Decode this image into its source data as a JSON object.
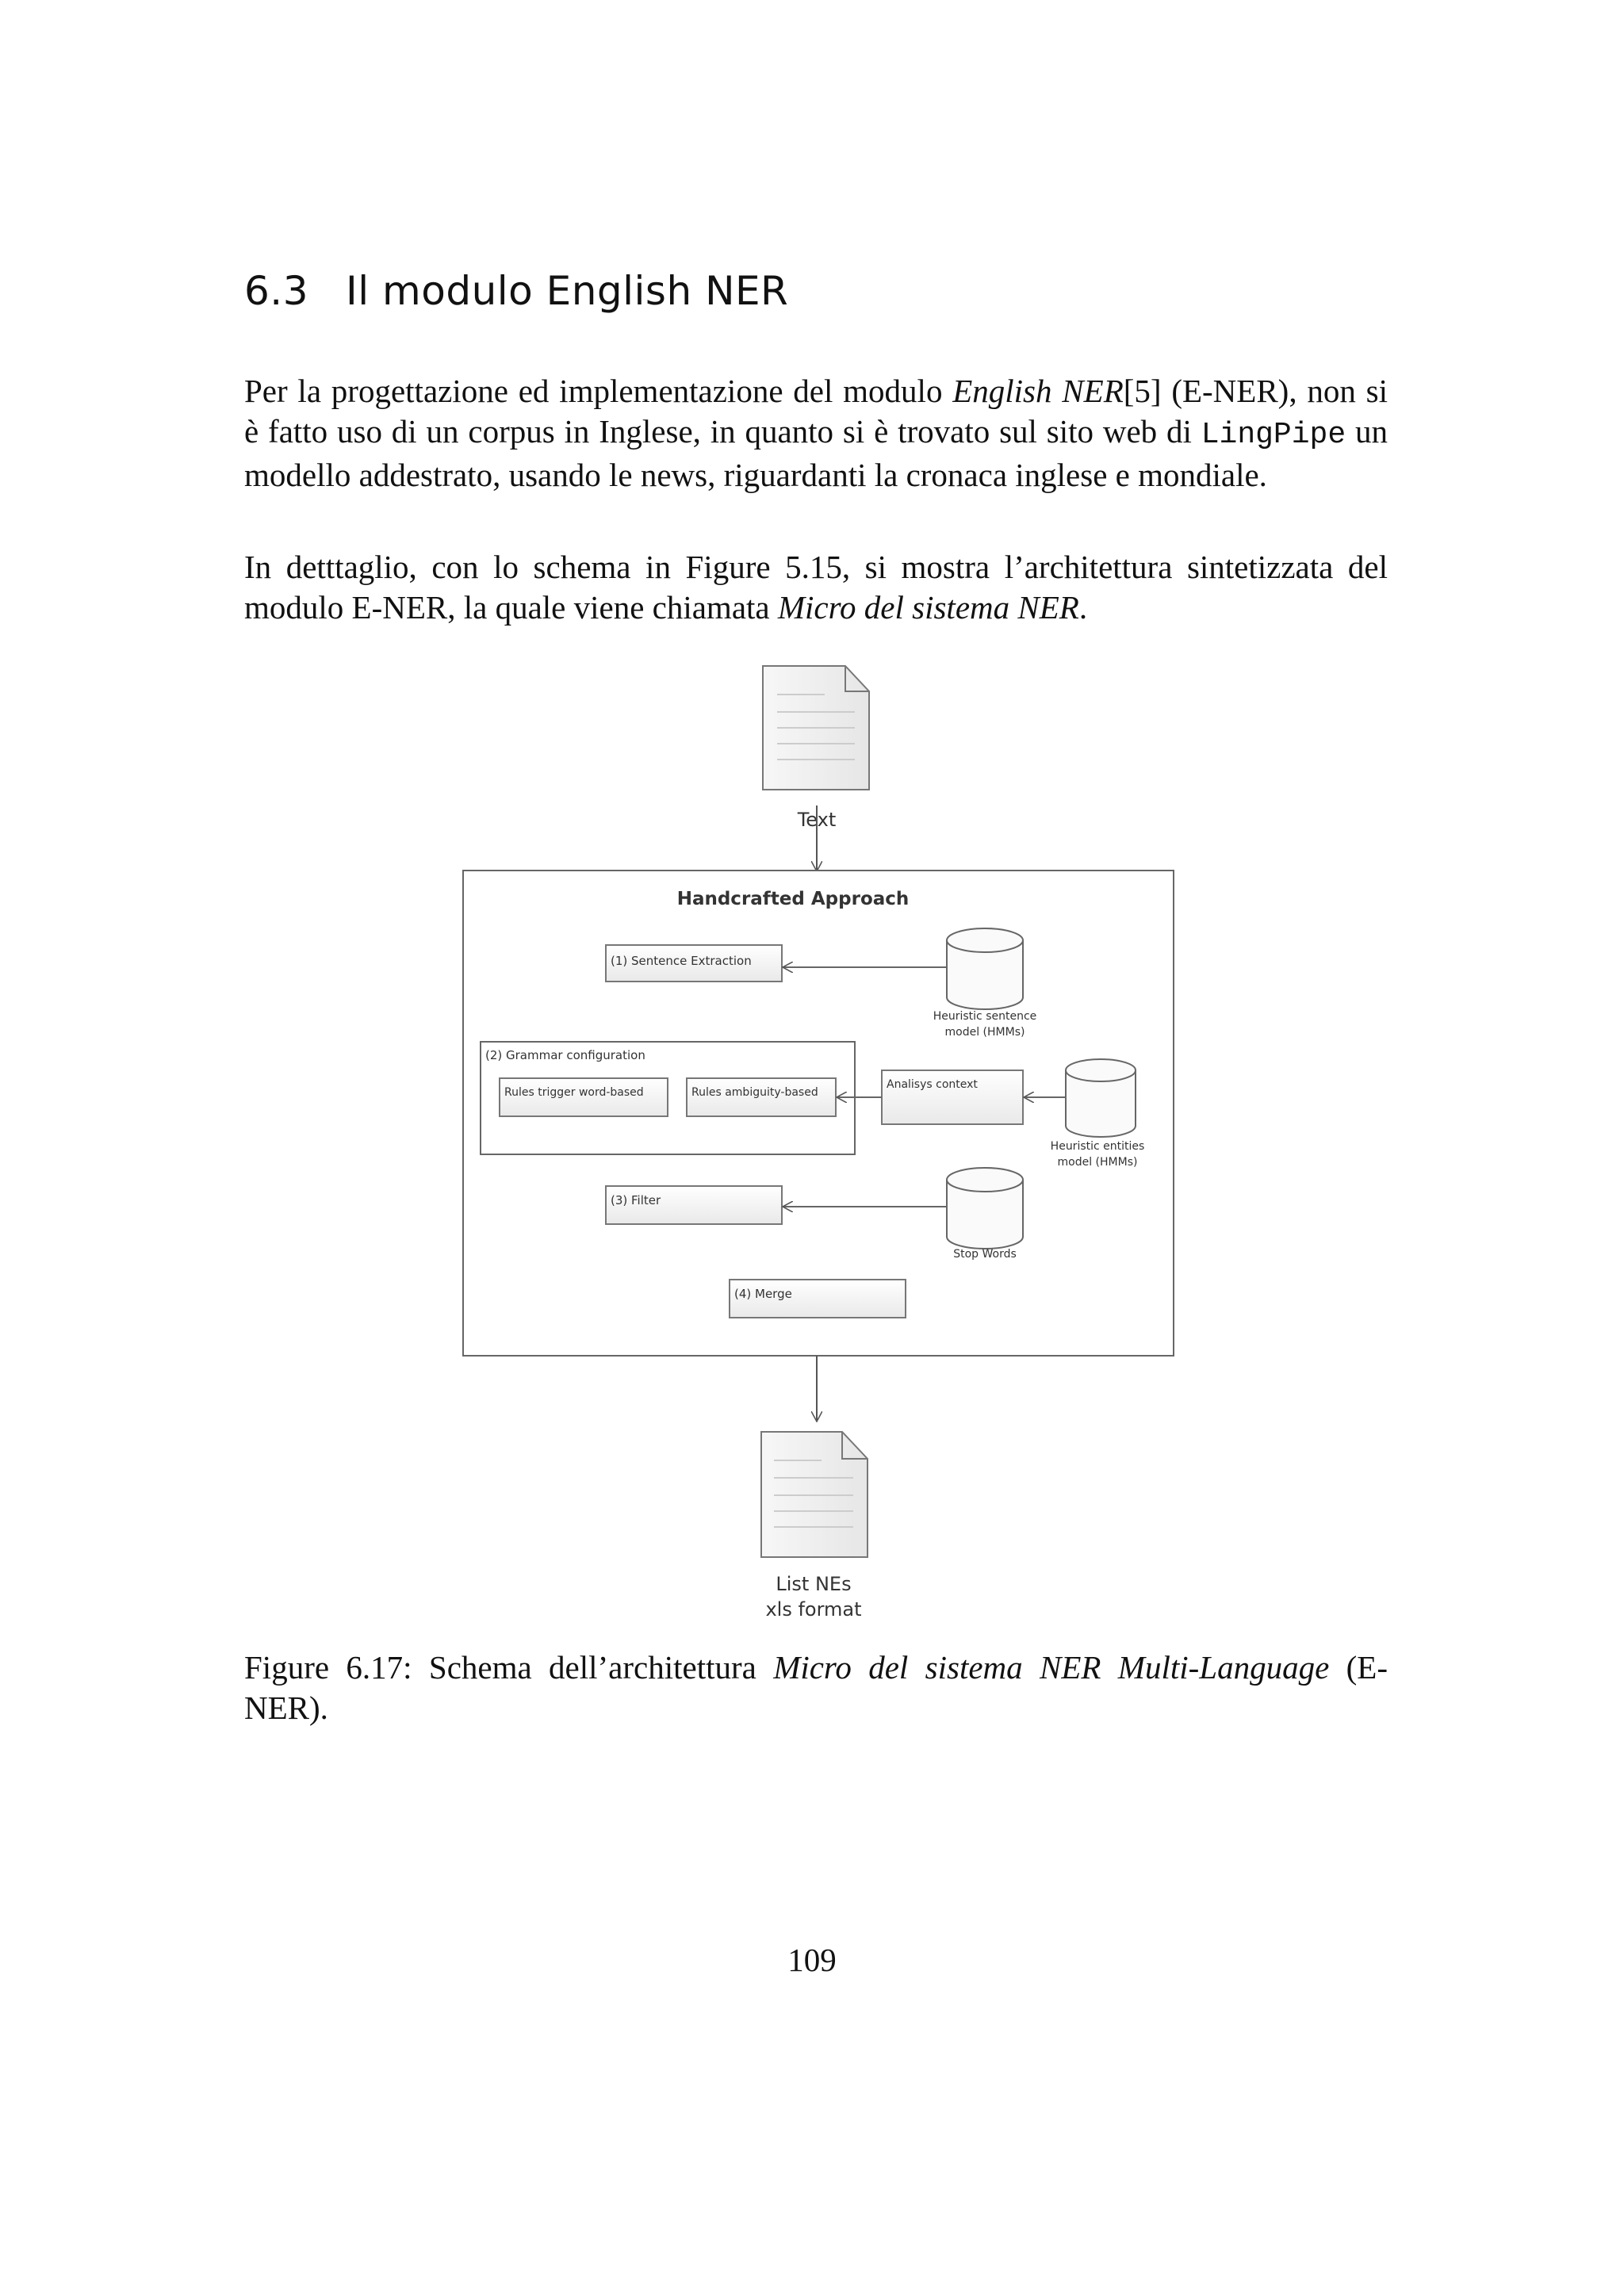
{
  "section": {
    "number": "6.3",
    "title": "Il modulo English NER"
  },
  "paragraph1": {
    "pre": "Per la progettazione ed implementazione del modulo ",
    "em": "English NER",
    "post": "[5] (E-NER), non si è fatto uso di un corpus in Inglese, in quanto si è trovato sul sito web di ",
    "code": "LingPipe",
    "tail": " un modello addestrato, usando le news, riguardanti la cronaca inglese e mondiale."
  },
  "paragraph2": {
    "pre": "In detttaglio, con lo schema in Figure 5.15, si mostra l’architettura sintetizzata del modulo E-NER, la quale viene chiamata ",
    "em": "Micro del sistema NER",
    "post": "."
  },
  "diagram": {
    "input_label": "Text",
    "container_title": "Handcrafted Approach",
    "step1": "(1) Sentence Extraction",
    "db1_line1": "Heuristic sentence",
    "db1_line2": "model (HMMs)",
    "group2_title": "(2) Grammar configuration",
    "rule1": "Rules trigger word-based",
    "rule2": "Rules ambiguity-based",
    "context": "Analisys  context",
    "db2_line1": "Heuristic entities",
    "db2_line2": "model (HMMs)",
    "step3": "(3) Filter",
    "db3": "Stop Words",
    "step4": "(4) Merge",
    "output_line1": "List NEs",
    "output_line2": "xls format"
  },
  "caption": {
    "pre": "Figure 6.17: Schema dell’architettura ",
    "em": "Micro del sistema NER Multi-Language",
    "post": " (E-NER)."
  },
  "page_number": "109"
}
